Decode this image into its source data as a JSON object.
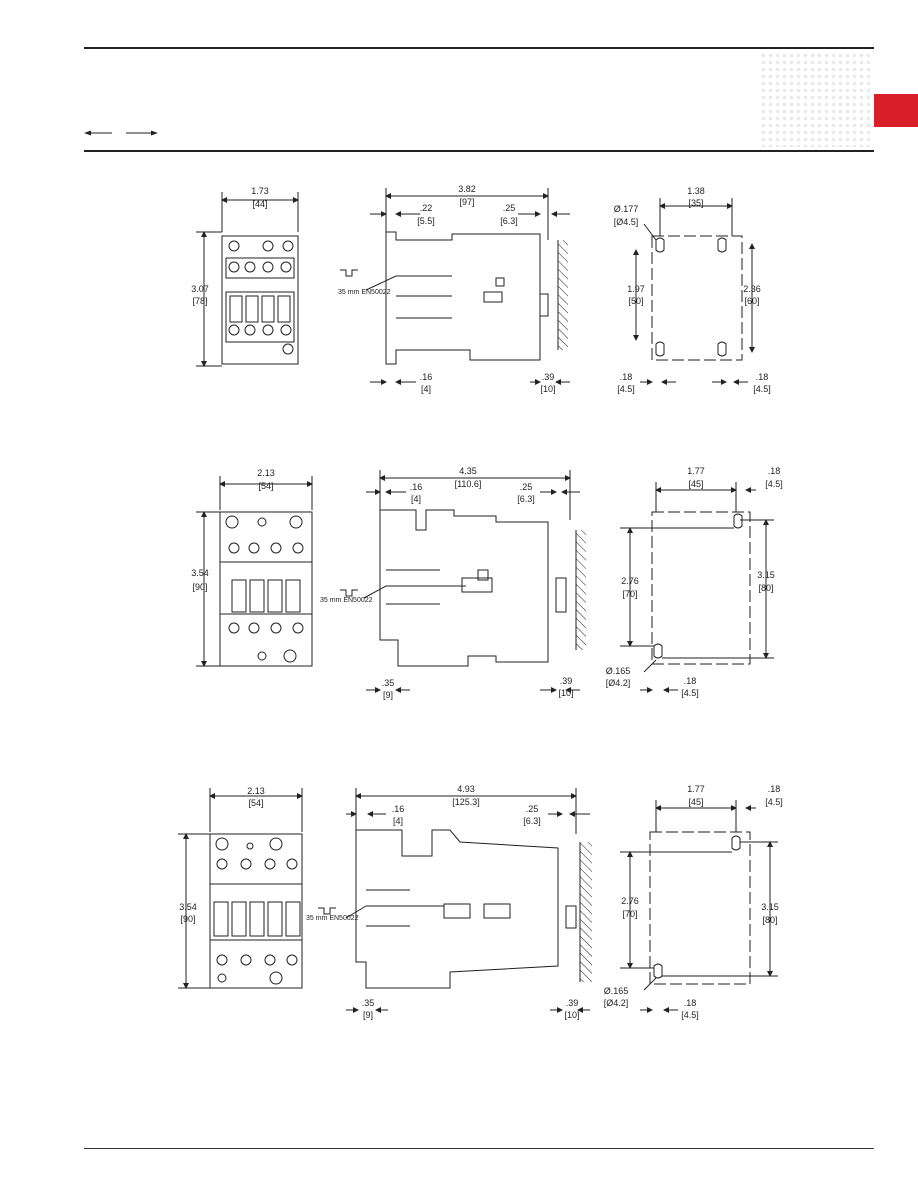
{
  "colors": {
    "tab": "#d9202a",
    "line": "#222222"
  },
  "header": {
    "nav_arrows_icon": "left-right-arrows-icon"
  },
  "dims": {
    "r1": {
      "front_w": "1.73",
      "front_w_mm": "[44]",
      "front_h": "3.07",
      "front_h_mm": "[78]",
      "side_w": "3.82",
      "side_w_mm": "[97]",
      "side_a": ".22",
      "side_a_mm": "[5.5]",
      "side_b": ".25",
      "side_b_mm": "[6.3]",
      "side_c": ".16",
      "side_c_mm": "[4]",
      "side_d": ".39",
      "side_d_mm": "[10]",
      "rail": "35 mm EN50022",
      "mt_w": "1.38",
      "mt_w_mm": "[35]",
      "hole": "Ø.177",
      "hole_mm": "[Ø4.5]",
      "mt_inner_h": "1.97",
      "mt_inner_h_mm": "[50]",
      "mt_outer_h": "2.36",
      "mt_outer_h_mm": "[60]",
      "mt_bl": ".18",
      "mt_bl_mm": "[4.5]",
      "mt_br": ".18",
      "mt_br_mm": "[4.5]"
    },
    "r2": {
      "front_w": "2.13",
      "front_w_mm": "[54]",
      "front_h": "3.54",
      "front_h_mm": "[90]",
      "side_w": "4.35",
      "side_w_mm": "[110.6]",
      "side_a": ".16",
      "side_a_mm": "[4]",
      "side_b": ".25",
      "side_b_mm": "[6.3]",
      "side_c": ".35",
      "side_c_mm": "[9]",
      "side_d": ".39",
      "side_d_mm": "[10]",
      "rail": "35 mm EN50022",
      "mt_w": "1.77",
      "mt_w_mm": "[45]",
      "mt_tr": ".18",
      "mt_tr_mm": "[4.5]",
      "mt_inner_h": "2.76",
      "mt_inner_h_mm": "[70]",
      "mt_outer_h": "3.15",
      "mt_outer_h_mm": "[80]",
      "hole": "Ø.165",
      "hole_mm": "[Ø4.2]",
      "mt_b": ".18",
      "mt_b_mm": "[4.5]"
    },
    "r3": {
      "front_w": "2.13",
      "front_w_mm": "[54]",
      "front_h": "3.54",
      "front_h_mm": "[90]",
      "side_w": "4.93",
      "side_w_mm": "[125.3]",
      "side_a": ".16",
      "side_a_mm": "[4]",
      "side_b": ".25",
      "side_b_mm": "[6.3]",
      "side_c": ".35",
      "side_c_mm": "[9]",
      "side_d": ".39",
      "side_d_mm": "[10]",
      "rail": "35 mm EN50022",
      "mt_w": "1.77",
      "mt_w_mm": "[45]",
      "mt_tr": ".18",
      "mt_tr_mm": "[4.5]",
      "mt_inner_h": "2.76",
      "mt_inner_h_mm": "[70]",
      "mt_outer_h": "3.15",
      "mt_outer_h_mm": "[80]",
      "hole": "Ø.165",
      "hole_mm": "[Ø4.2]",
      "mt_b": ".18",
      "mt_b_mm": "[4.5]"
    }
  }
}
